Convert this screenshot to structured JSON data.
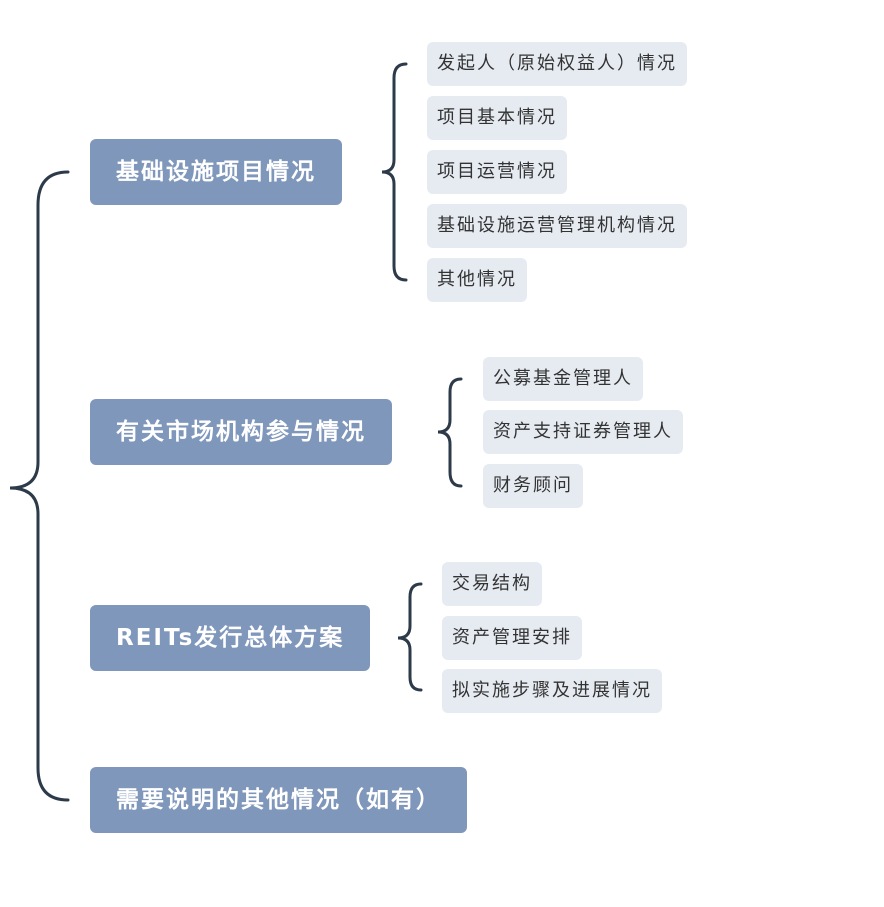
{
  "diagram": {
    "branches": [
      {
        "label": "基础设施项目情况",
        "children": [
          "发起人（原始权益人）情况",
          "项目基本情况",
          "项目运营情况",
          "基础设施运营管理机构情况",
          "其他情况"
        ]
      },
      {
        "label": "有关市场机构参与情况",
        "children": [
          "公募基金管理人",
          "资产支持证券管理人",
          "财务顾问"
        ]
      },
      {
        "label": "REITs发行总体方案",
        "children": [
          "交易结构",
          "资产管理安排",
          "拟实施步骤及进展情况"
        ]
      },
      {
        "label": "需要说明的其他情况（如有）",
        "children": []
      }
    ]
  },
  "colors": {
    "branch_fill": "#8097bc",
    "leaf_fill": "#e6ebf2",
    "bracket_stroke": "#2d3a4a",
    "branch_text": "#ffffff",
    "leaf_text": "#333333"
  }
}
